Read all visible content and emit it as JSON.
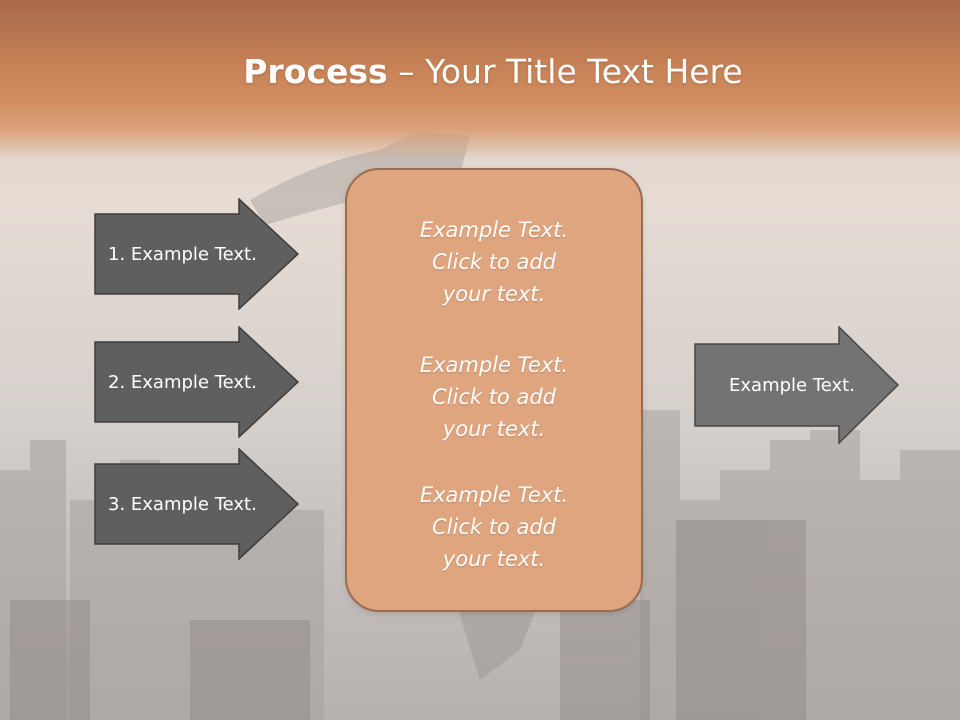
{
  "slide": {
    "title_bold": "Process",
    "title_sep": " – ",
    "title_rest": "Your Title Text Here"
  },
  "left_arrows": [
    {
      "label": "1. Example Text."
    },
    {
      "label": "2. Example Text."
    },
    {
      "label": "3. Example Text."
    }
  ],
  "center_items": [
    {
      "line1": "Example Text.",
      "line2": "Click  to add",
      "line3": "your text."
    },
    {
      "line1": "Example Text.",
      "line2": "Click  to add",
      "line3": "your text."
    },
    {
      "line1": "Example Text.",
      "line2": "Click  to add",
      "line3": "your text."
    }
  ],
  "right_arrow": {
    "label": "Example Text."
  },
  "colors": {
    "header": "#c57f55",
    "arrow_fill": "#5f5f5f",
    "right_arrow_fill": "#737373",
    "box_fill": "#dfa57f",
    "box_border": "#9a6b4e"
  }
}
